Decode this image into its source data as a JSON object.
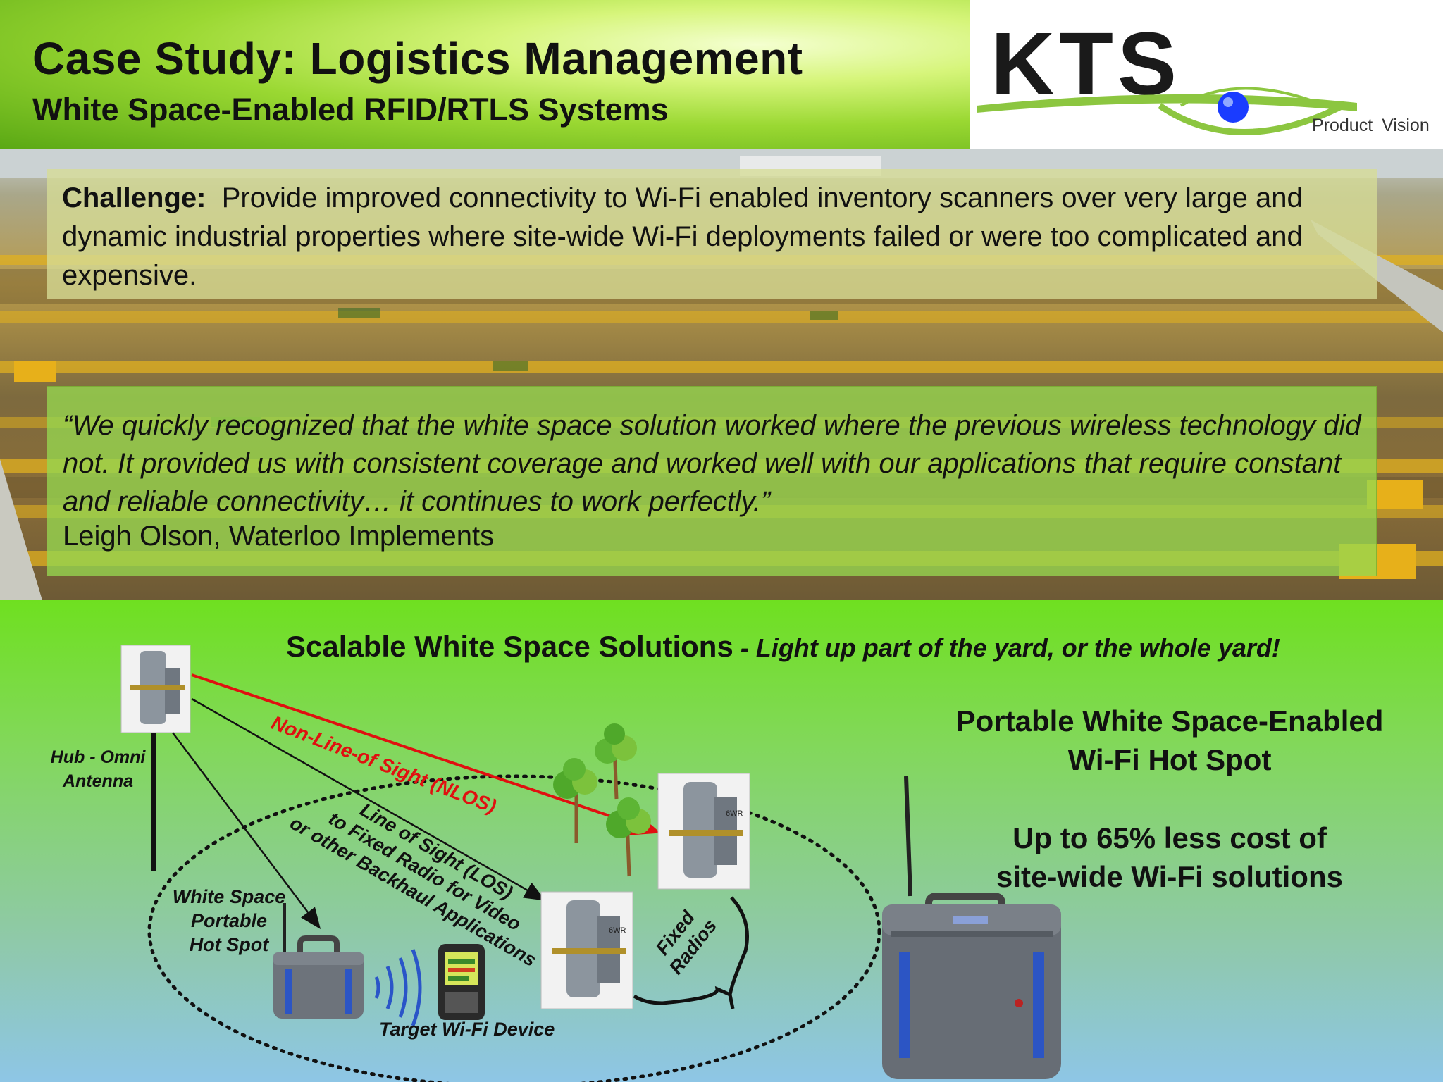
{
  "header": {
    "title": "Case Study: Logistics Management",
    "subtitle": "White Space-Enabled RFID/RTLS Systems"
  },
  "logo": {
    "text": "KTS",
    "tagline": "Product  Vision"
  },
  "challenge": {
    "label": "Challenge:",
    "text": "Provide improved connectivity to Wi-Fi enabled inventory scanners over very large and dynamic industrial properties where site-wide Wi-Fi deployments failed or were too complicated and expensive."
  },
  "quote": {
    "text": "“We quickly recognized that the white space solution worked where the previous wireless technology did not. It provided us with consistent coverage and worked well with our applications that require constant and reliable connectivity… it continues to work perfectly.”",
    "attribution": "Leigh Olson, Waterloo Implements"
  },
  "solutions": {
    "heading": "Scalable White Space Solutions",
    "tagline": " - Light up part of the yard, or the whole yard!",
    "portable_line1": "Portable White Space-Enabled",
    "portable_line2": "Wi-Fi Hot Spot",
    "cost_line1": "Up to 65% less cost of",
    "cost_line2": "site-wide Wi-Fi solutions"
  },
  "diagram": {
    "hub_line1": "Hub - Omni",
    "hub_line2": "Antenna",
    "nlos": "Non-Line-of Sight (NLOS)",
    "los_line1": "Line of Sight (LOS)",
    "los_line2": "to Fixed Radio for Video",
    "los_line3": "or other Backhaul Applications",
    "wsp_line1": "White Space",
    "wsp_line2": "Portable",
    "wsp_line3": "Hot Spot",
    "target": "Target Wi-Fi Device",
    "fixed_line1": "Fixed",
    "fixed_line2": "Radios",
    "radio_brand": "6WR"
  },
  "colors": {
    "nlos_red": "#e01010",
    "case_blue": "#1f5fcf",
    "eye_blue": "#1a3cff",
    "logo_green": "#8cc640"
  }
}
